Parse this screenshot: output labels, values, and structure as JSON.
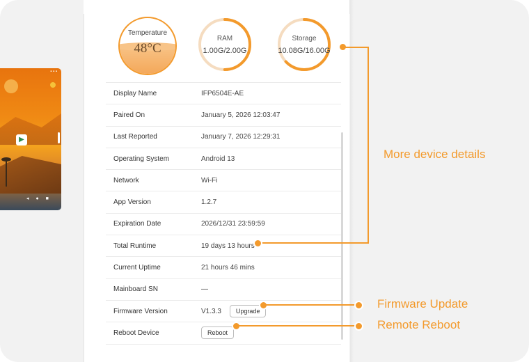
{
  "gauges": {
    "temperature": {
      "label": "Temperature",
      "value": "48°C",
      "fill_fraction": 0.52
    },
    "ram": {
      "label": "RAM",
      "value": "1.00G/2.00G",
      "fraction": 0.5
    },
    "storage": {
      "label": "Storage",
      "value": "10.08G/16.00G",
      "fraction": 0.63
    }
  },
  "details": [
    {
      "key": "Display Name",
      "value": "IFP6504E-AE"
    },
    {
      "key": "Paired On",
      "value": "January 5, 2026 12:03:47"
    },
    {
      "key": "Last Reported",
      "value": "January 7, 2026 12:29:31"
    },
    {
      "key": "Operating System",
      "value": "Android 13"
    },
    {
      "key": "Network",
      "value": "Wi-Fi"
    },
    {
      "key": "App Version",
      "value": "1.2.7"
    },
    {
      "key": "Expiration Date",
      "value": "2026/12/31 23:59:59"
    },
    {
      "key": "Total Runtime",
      "value": "19 days 13 hours"
    },
    {
      "key": "Current Uptime",
      "value": "21 hours 46 mins"
    },
    {
      "key": "Mainboard SN",
      "value": "—"
    },
    {
      "key": "Firmware Version",
      "value": "V1.3.3"
    },
    {
      "key": "Reboot Device",
      "value": ""
    }
  ],
  "buttons": {
    "upgrade": "Upgrade",
    "reboot": "Reboot"
  },
  "callouts": {
    "more_details": "More device details",
    "firmware_update": "Firmware Update",
    "remote_reboot": "Remote Reboot"
  },
  "colors": {
    "accent": "#f39a2c",
    "track": "#f5dcc0"
  }
}
